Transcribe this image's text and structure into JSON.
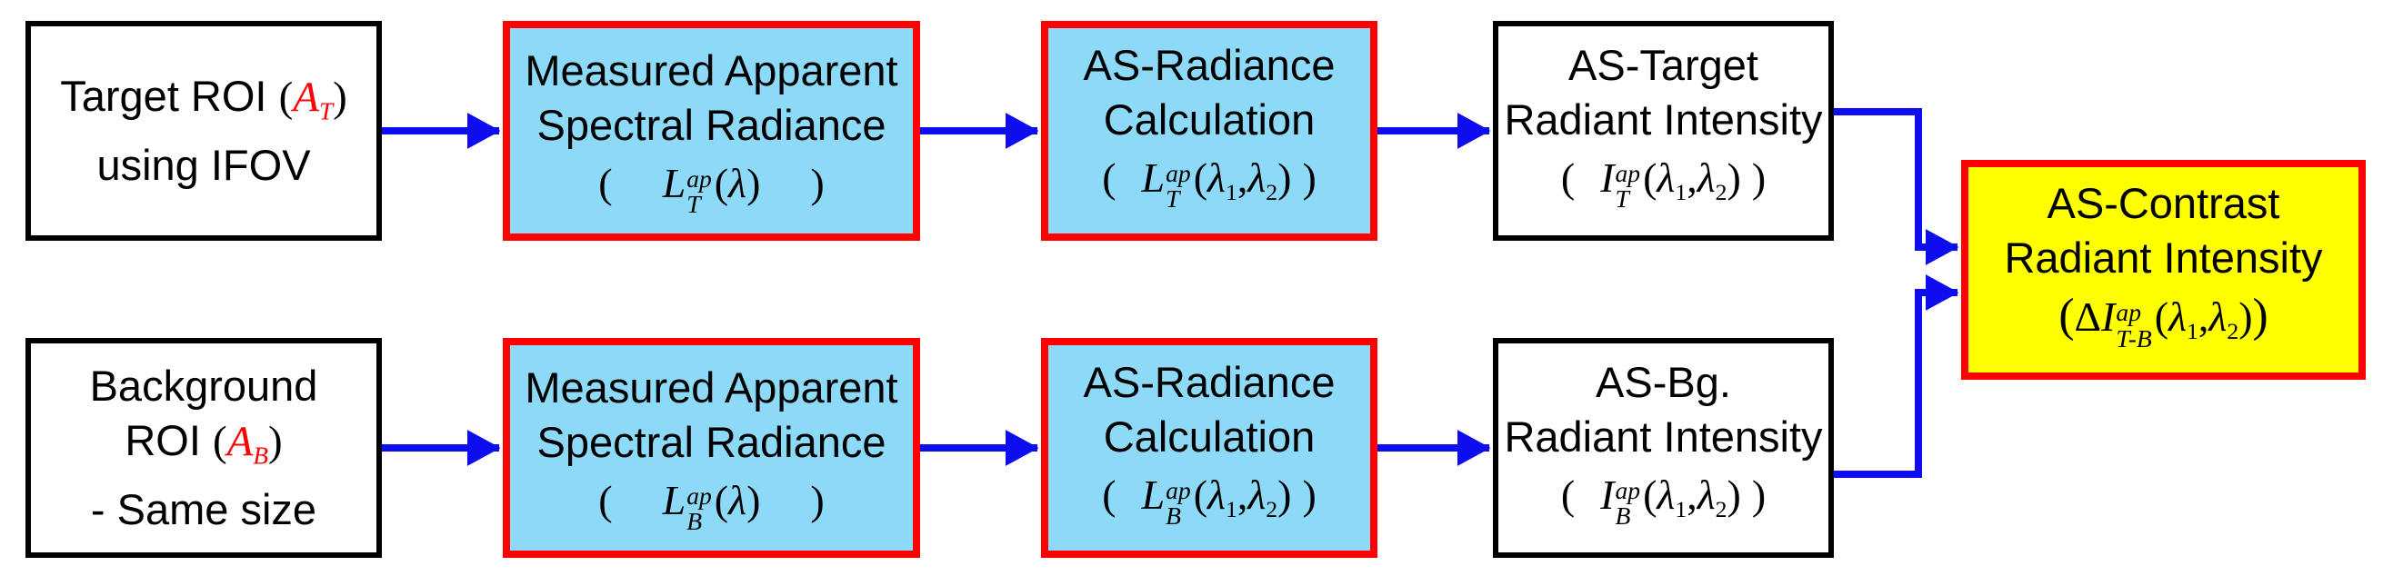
{
  "diagram": {
    "title": "AS-Contrast Radiant Intensity calculation flow",
    "colors": {
      "box_border_black": "#000000",
      "box_border_red": "#FF0000",
      "box_fill_cyan": "#8CDAF7",
      "box_fill_yellow": "#FFFF00",
      "box_fill_white": "#FFFFFF",
      "arrow_blue": "#0D0DEF",
      "symbol_red": "#FF0000",
      "text_black": "#000000"
    }
  },
  "boxes": {
    "target_roi": {
      "line1_prefix": "Target ROI ",
      "paren_open": "(",
      "symbol": "A",
      "symbol_sub": "T",
      "paren_close": ")",
      "line2": "using IFOV"
    },
    "background_roi": {
      "line1": "Background",
      "line2_prefix": "ROI ",
      "paren_open": "(",
      "symbol": "A",
      "symbol_sub": "B",
      "paren_close": ")",
      "line3": "- Same size"
    },
    "measured_t": {
      "line1": "Measured Apparent",
      "line2": "Spectral Radiance",
      "f": {
        "lp": "(",
        "base": "L",
        "sup": "ap",
        "sub": "T",
        "a_open": "(",
        "a_lam": "λ",
        "a_close": ")",
        "rp": ")"
      }
    },
    "asrad_t": {
      "line1": "AS-Radiance",
      "line2": "Calculation",
      "f": {
        "lp": "(",
        "base": "L",
        "sup": "ap",
        "sub": "T",
        "a_open": "(",
        "a_lam1": "λ",
        "a_sub1": "1",
        "a_comma": ",",
        "a_lam2": "λ",
        "a_sub2": "2",
        "a_close": ")",
        "rp": ")"
      }
    },
    "astarget": {
      "line1": "AS-Target",
      "line2": "Radiant Intensity",
      "f": {
        "lp": "(",
        "base": "I",
        "sup": "ap",
        "sub": "T",
        "a_open": "(",
        "a_lam1": "λ",
        "a_sub1": "1",
        "a_comma": ",",
        "a_lam2": "λ",
        "a_sub2": "2",
        "a_close": ")",
        "rp": ")"
      }
    },
    "measured_b": {
      "line1": "Measured Apparent",
      "line2": "Spectral Radiance",
      "f": {
        "lp": "(",
        "base": "L",
        "sup": "ap",
        "sub": "B",
        "a_open": "(",
        "a_lam": "λ",
        "a_close": ")",
        "rp": ")"
      }
    },
    "asrad_b": {
      "line1": "AS-Radiance",
      "line2": "Calculation",
      "f": {
        "lp": "(",
        "base": "L",
        "sup": "ap",
        "sub": "B",
        "a_open": "(",
        "a_lam1": "λ",
        "a_sub1": "1",
        "a_comma": ",",
        "a_lam2": "λ",
        "a_sub2": "2",
        "a_close": ")",
        "rp": ")"
      }
    },
    "asbg": {
      "line1": "AS-Bg.",
      "line2": "Radiant Intensity",
      "f": {
        "lp": "(",
        "base": "I",
        "sup": "ap",
        "sub": "B",
        "a_open": "(",
        "a_lam1": "λ",
        "a_sub1": "1",
        "a_comma": ",",
        "a_lam2": "λ",
        "a_sub2": "2",
        "a_close": ")",
        "rp": ")"
      }
    },
    "ascontrast": {
      "line1": "AS-Contrast",
      "line2": "Radiant Intensity",
      "f": {
        "lp": "(",
        "delta": "Δ",
        "base": "I",
        "sup": "ap",
        "sub": "T-B",
        "a_open": "(",
        "a_lam1": "λ",
        "a_sub1": "1",
        "a_comma": ",",
        "a_lam2": "λ",
        "a_sub2": "2",
        "a_close": ")",
        "rp": ")"
      }
    }
  }
}
